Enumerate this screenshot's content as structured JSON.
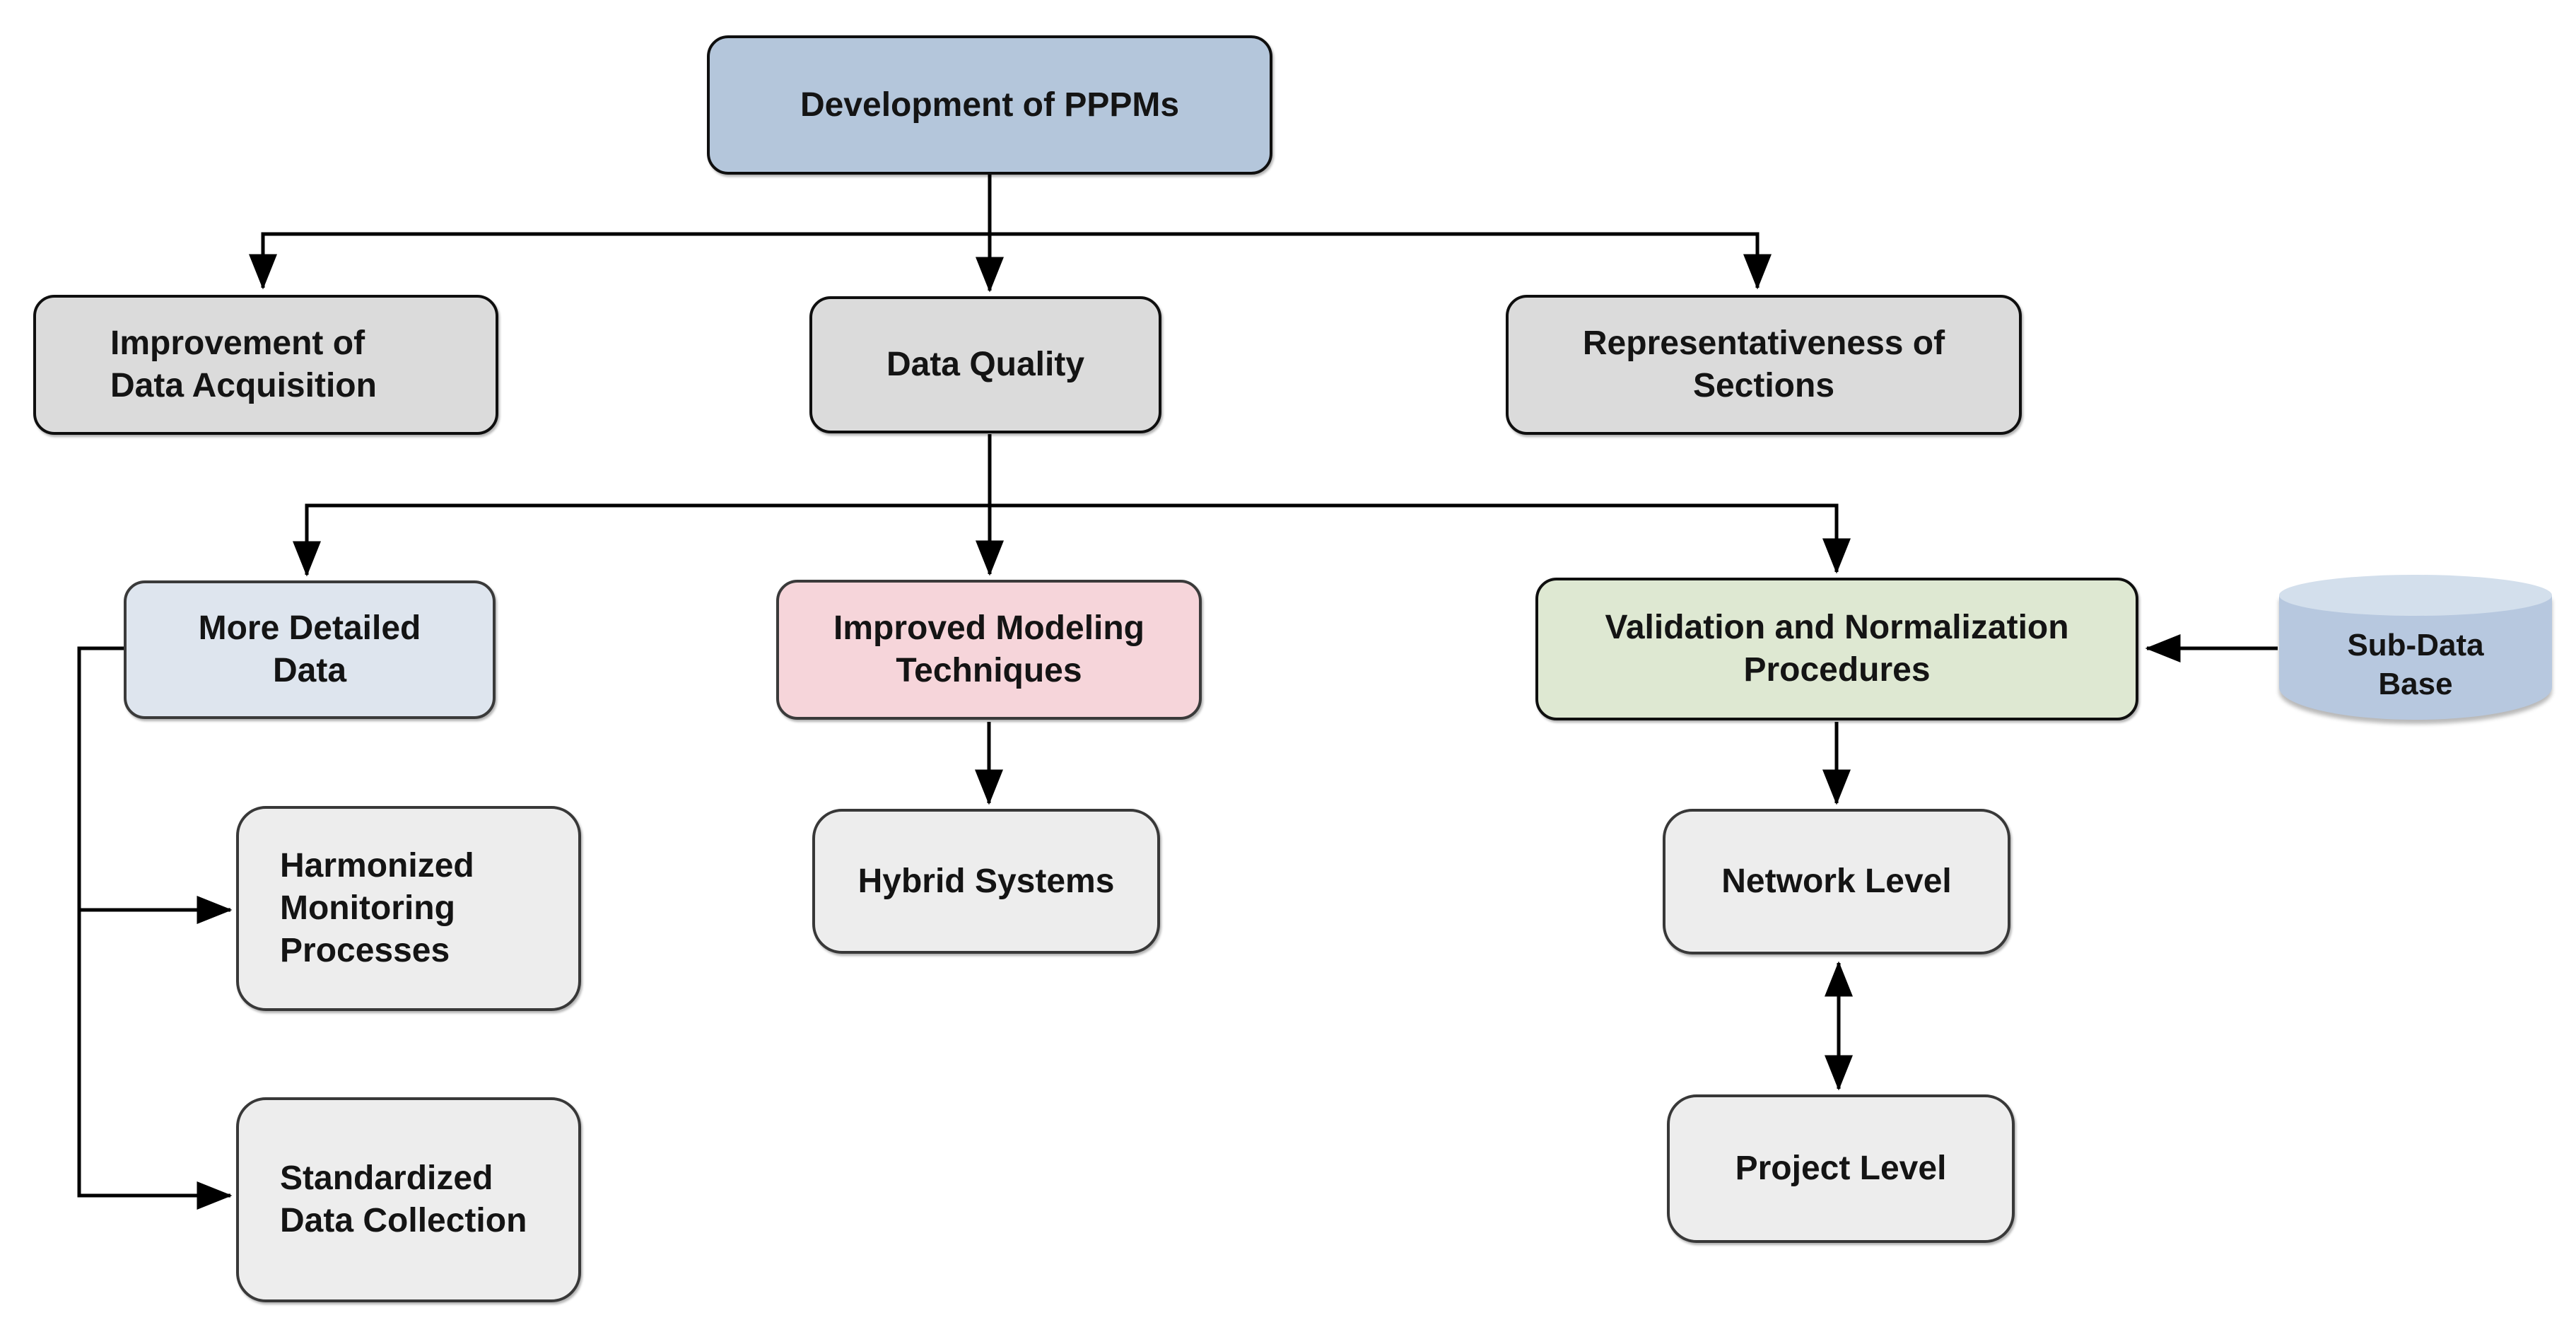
{
  "diagram": {
    "type": "flowchart",
    "title": "Development of PPPMs",
    "background": "#ffffff",
    "line_color": "#000000",
    "text_color": "#141414",
    "nodes": {
      "development_of_pppms": {
        "label": "Development of PPPMs",
        "fill": "#b4c6db",
        "shape": "rounded-rect"
      },
      "improvement_of_data_acquisition": {
        "label": "Improvement of\nData Acquisition",
        "fill": "#dbdbdb",
        "shape": "rounded-rect"
      },
      "data_quality": {
        "label": "Data Quality",
        "fill": "#dbdbdb",
        "shape": "rounded-rect"
      },
      "representativeness_of_sections": {
        "label": "Representativeness of\nSections",
        "fill": "#dbdbdb",
        "shape": "rounded-rect"
      },
      "more_detailed_data": {
        "label": "More Detailed\nData",
        "fill": "#dee5ee",
        "shape": "rounded-rect"
      },
      "improved_modeling_techniques": {
        "label": "Improved Modeling\nTechniques",
        "fill": "#f6d5da",
        "shape": "rounded-rect"
      },
      "validation_and_normalization": {
        "label": "Validation and Normalization\nProcedures",
        "fill": "#dee8d2",
        "shape": "rounded-rect"
      },
      "sub_data_base": {
        "label": "Sub-Data\nBase",
        "fill": "#b7c8df",
        "fill_top": "#d3dfec",
        "shape": "cylinder"
      },
      "harmonized_monitoring_processes": {
        "label": "Harmonized\nMonitoring\nProcesses",
        "fill": "#ededed",
        "shape": "rounded-rect"
      },
      "standardized_data_collection": {
        "label": "Standardized\nData Collection",
        "fill": "#ededed",
        "shape": "rounded-rect"
      },
      "hybrid_systems": {
        "label": "Hybrid Systems",
        "fill": "#ededed",
        "shape": "rounded-rect"
      },
      "network_level": {
        "label": "Network Level",
        "fill": "#ededed",
        "shape": "rounded-rect"
      },
      "project_level": {
        "label": "Project Level",
        "fill": "#ededed",
        "shape": "rounded-rect"
      }
    },
    "edges": [
      {
        "from": "development_of_pppms",
        "to": "improvement_of_data_acquisition",
        "arrow": "end"
      },
      {
        "from": "development_of_pppms",
        "to": "data_quality",
        "arrow": "end"
      },
      {
        "from": "development_of_pppms",
        "to": "representativeness_of_sections",
        "arrow": "end"
      },
      {
        "from": "data_quality",
        "to": "more_detailed_data",
        "arrow": "end"
      },
      {
        "from": "data_quality",
        "to": "improved_modeling_techniques",
        "arrow": "end"
      },
      {
        "from": "data_quality",
        "to": "validation_and_normalization",
        "arrow": "end"
      },
      {
        "from": "more_detailed_data",
        "to": "harmonized_monitoring_processes",
        "arrow": "end"
      },
      {
        "from": "more_detailed_data",
        "to": "standardized_data_collection",
        "arrow": "end"
      },
      {
        "from": "improved_modeling_techniques",
        "to": "hybrid_systems",
        "arrow": "end"
      },
      {
        "from": "validation_and_normalization",
        "to": "network_level",
        "arrow": "end"
      },
      {
        "from": "network_level",
        "to": "project_level",
        "arrow": "both"
      },
      {
        "from": "sub_data_base",
        "to": "validation_and_normalization",
        "arrow": "end"
      }
    ]
  }
}
